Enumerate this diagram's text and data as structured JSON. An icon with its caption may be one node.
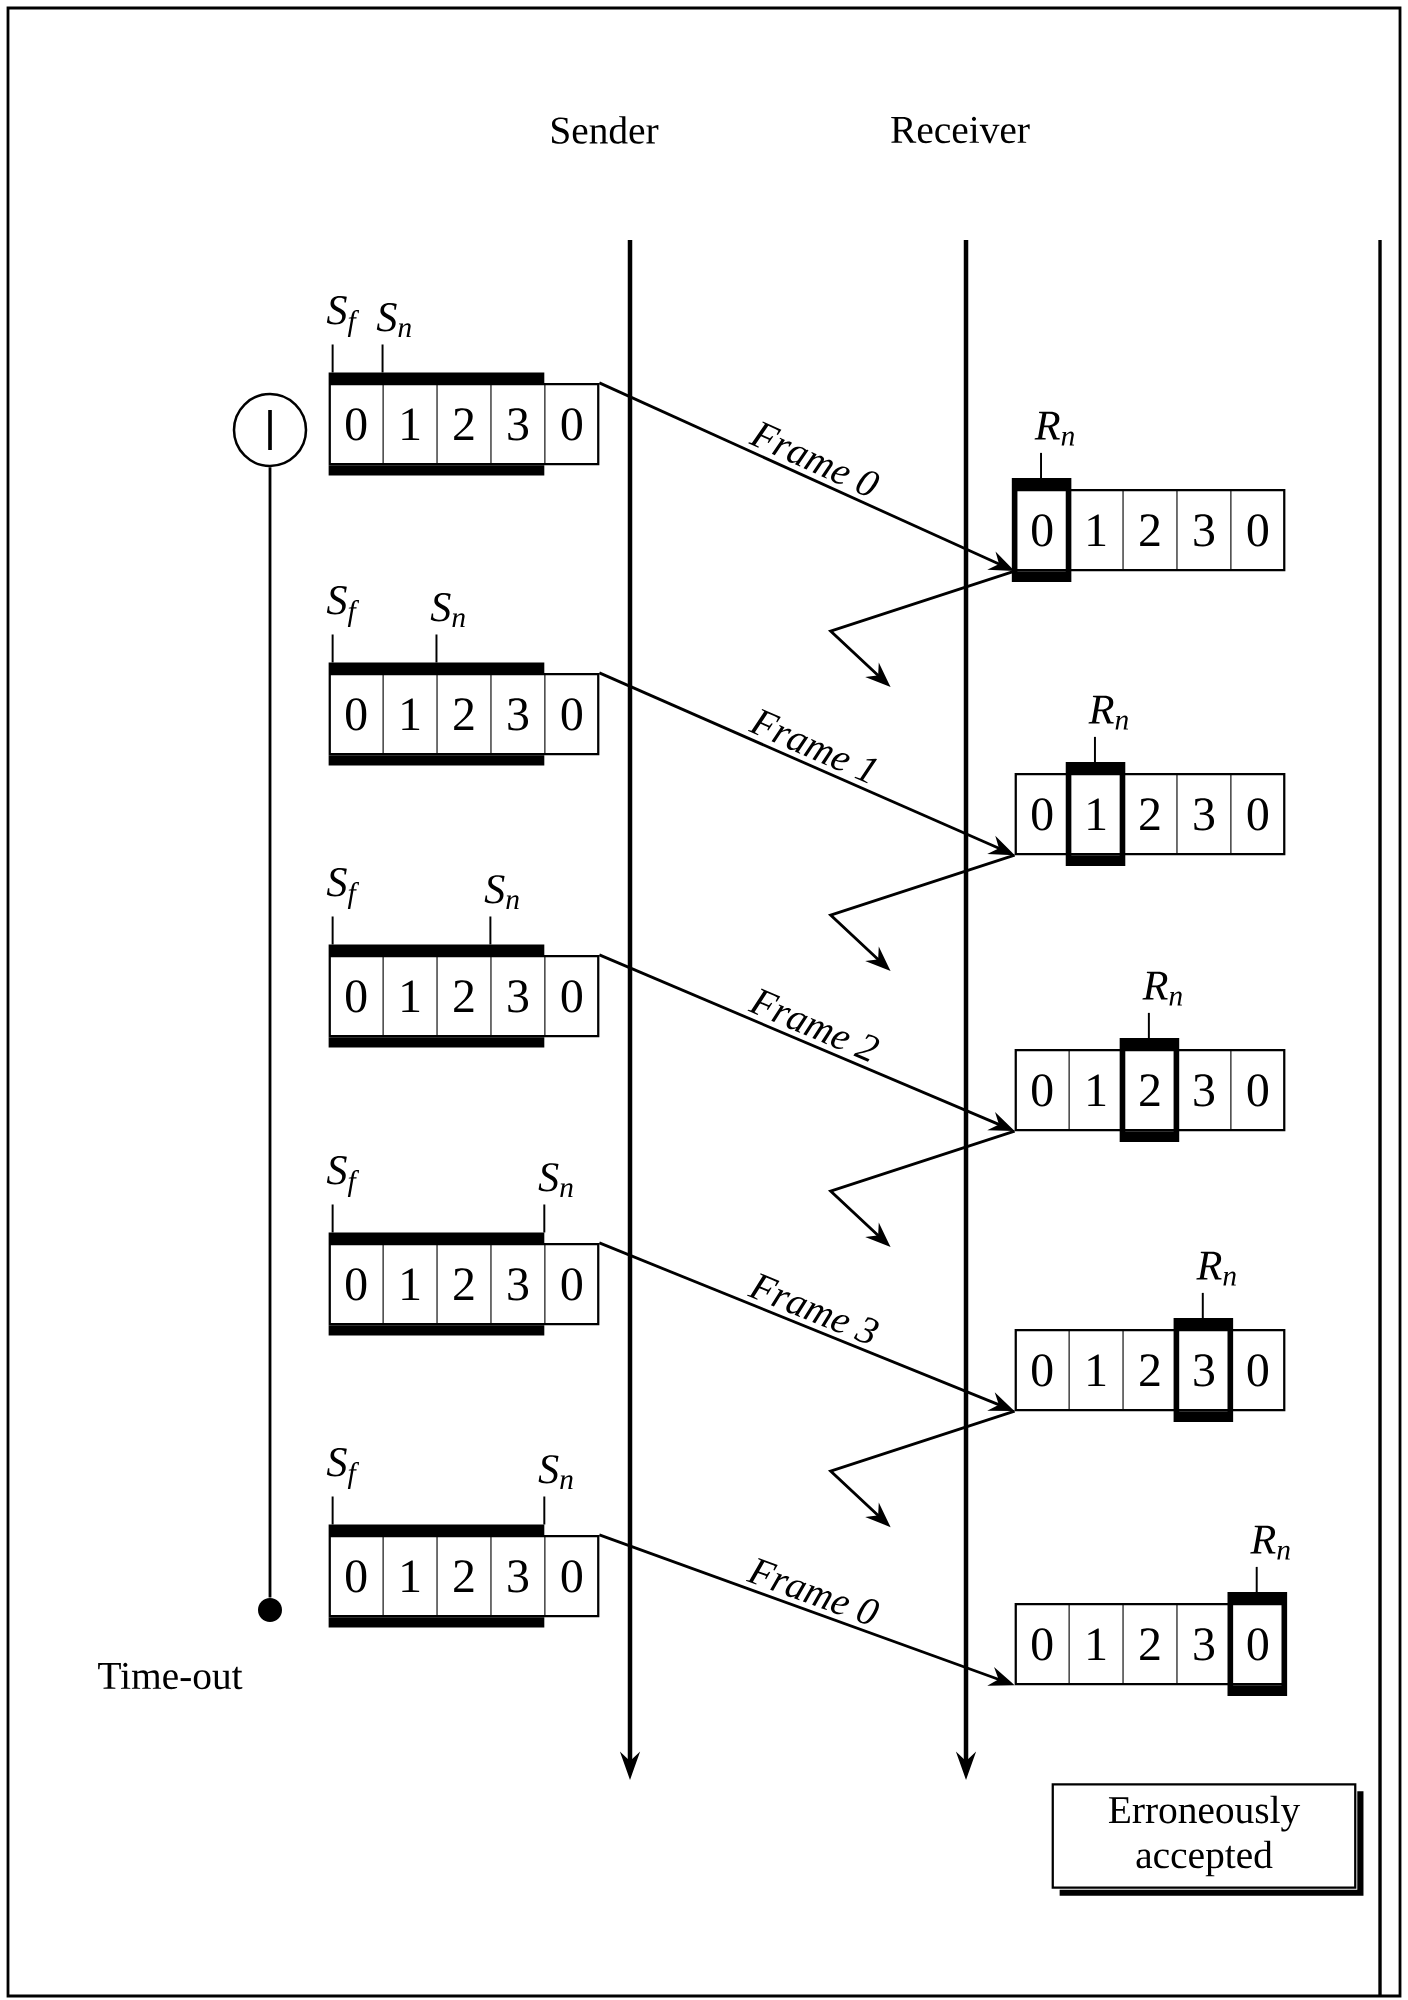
{
  "diagram": {
    "nodes": [
      {
        "text": [],
        "shape": "circle"
      },
      {
        "text": [],
        "shape": "circle",
        "beside": [
          "Time-out"
        ]
      },
      {
        "text": [
          "0",
          "1",
          "2",
          "3",
          "0"
        ],
        "beside": [
          "S$_{f}$",
          "S$_{n}$"
        ]
      },
      {
        "text": [
          "0",
          "1",
          "2",
          "3",
          "0"
        ],
        "beside": [
          "S$_{f}$",
          "S$_{n}$"
        ]
      },
      {
        "text": [
          "0",
          "1",
          "2",
          "3",
          "0"
        ],
        "beside": [
          "S$_{f}$",
          "S$_{n}$"
        ]
      },
      {
        "text": [
          "0",
          "1",
          "2",
          "3",
          "0"
        ],
        "beside": [
          "S$_{f}$",
          "S$_{n}$"
        ]
      },
      {
        "text": [
          "0",
          "1",
          "2",
          "3",
          "0"
        ],
        "beside": [
          "S$_{f}$",
          "S$_{n}$"
        ]
      },
      {
        "text": [
          "0",
          "1",
          "2",
          "3",
          "0"
        ],
        "beside": [
          "R$_{n}$"
        ]
      },
      {
        "text": [
          "0",
          "1",
          "2",
          "3",
          "0"
        ],
        "beside": [
          "R$_{n}$"
        ]
      },
      {
        "text": [
          "0",
          "1",
          "2",
          "3",
          "0"
        ],
        "beside": [
          "R$_{n}$"
        ]
      },
      {
        "text": [
          "0",
          "1",
          "2",
          "3",
          "0"
        ],
        "beside": [
          "R$_{n}$"
        ]
      },
      {
        "text": [
          "0",
          "1",
          "2",
          "3",
          "0"
        ],
        "beside": [
          "R$_{n}$"
        ]
      },
      {
        "text": [
          "Erroneously accepted"
        ]
      }
    ],
    "edges": [
      {
        "from": 0,
        "to": 1,
        "arrow": "none"
      },
      {
        "from": 2,
        "to": 7,
        "arrow": "to",
        "label": "Frame 0"
      },
      {
        "from": 7,
        "to": null,
        "arrow": "to"
      },
      {
        "from": 3,
        "to": 8,
        "arrow": "to",
        "label": "Frame 1"
      },
      {
        "from": 8,
        "to": null,
        "arrow": "to"
      },
      {
        "from": 4,
        "to": 9,
        "arrow": "to",
        "label": "Frame 2"
      },
      {
        "from": 9,
        "to": null,
        "arrow": "to"
      },
      {
        "from": 5,
        "to": 10,
        "arrow": "to",
        "label": "Frame 3"
      },
      {
        "from": 10,
        "to": null,
        "arrow": "to"
      },
      {
        "from": 6,
        "to": 11,
        "arrow": "to",
        "label": "Frame 0"
      }
    ],
    "labels": [
      "Sender",
      "Receiver"
    ]
  }
}
